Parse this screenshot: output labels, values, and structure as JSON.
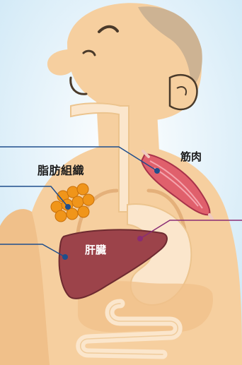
{
  "labels": {
    "adipose": "脂肪組織",
    "muscle": "筋肉",
    "liver": "肝臓"
  },
  "colors": {
    "background": "#e8f4fb",
    "skin": "#f6cf9f",
    "skin_shadow": "#e4b07a",
    "hair": "#d9c3a5",
    "muscle": "#e0606c",
    "fat": "#f0951a",
    "liver": "#9c434a",
    "pointer_blue": "#1f4e8c",
    "pointer_purple": "#8a2c74"
  }
}
